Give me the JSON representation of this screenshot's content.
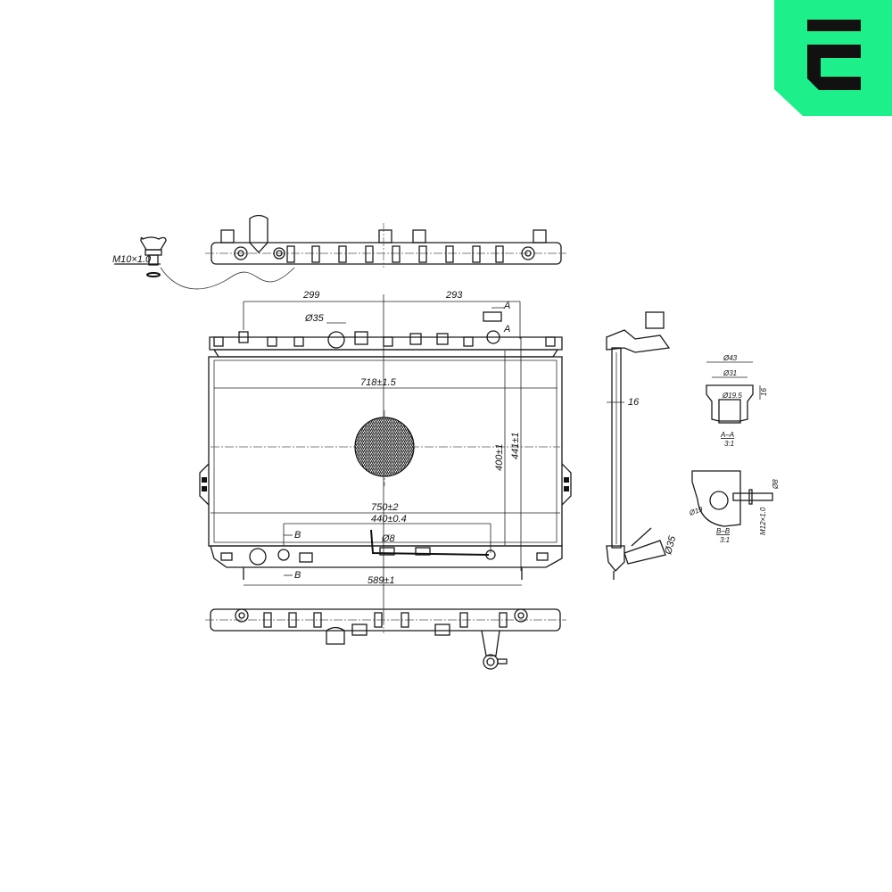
{
  "brand": {
    "logo_letter": "E",
    "logo_bg_color": "#1DF08A",
    "logo_fg_color": "#111111"
  },
  "drawing": {
    "subject": "Radiator technical drawing",
    "top_tank_view": {
      "drain_plug_label": "M10×1.0"
    },
    "front_view": {
      "dim_left_offset": "299",
      "dim_right_offset": "293",
      "dim_filler_neck": "Ø35",
      "section_a_label": "A",
      "dim_core_width": "718±1.5",
      "dim_core_height": "400±1",
      "dim_total_height": "441±1",
      "dim_overall_width": "750±2",
      "dim_pipe_spacing": "440±0.4",
      "dim_pipe_diameter": "Ø8",
      "section_b_label": "B",
      "dim_mount_spacing": "589±1"
    },
    "side_view": {
      "dim_core_thickness": "16",
      "dim_outlet_diameter": "Ø35"
    },
    "section_a": {
      "title": "A–A",
      "scale": "3:1",
      "dim_outer": "Ø43",
      "dim_mid": "Ø31",
      "dim_inner": "Ø19.5",
      "dim_height": "16"
    },
    "section_b": {
      "title": "B–B",
      "scale": "3:1",
      "dim_bore": "Ø19",
      "dim_pipe": "Ø8",
      "dim_thread": "M12×1.0"
    }
  }
}
